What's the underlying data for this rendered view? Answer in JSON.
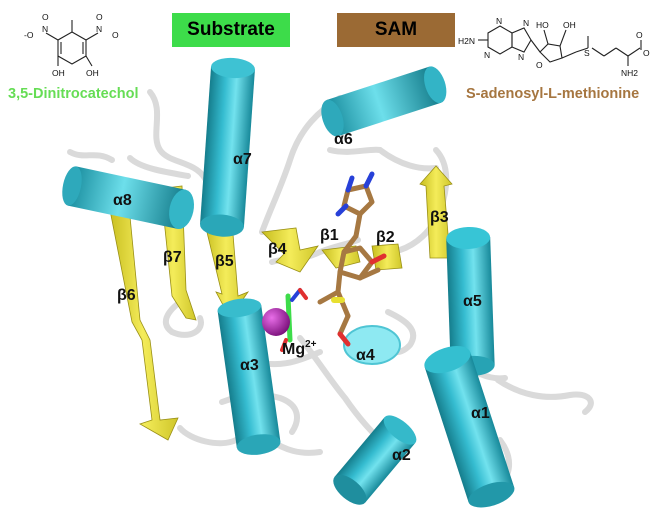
{
  "legend": {
    "substrate": {
      "label": "Substrate",
      "color": "#3ddc4a"
    },
    "sam": {
      "label": "SAM",
      "color": "#9b6a34"
    }
  },
  "molecules": {
    "substrate_name": "3,5-Dinitrocatechol",
    "substrate_name_color": "#66dd55",
    "sam_name": "S-adenosyl-L-methionine",
    "sam_name_color": "#a67640",
    "substrate_atoms": {
      "o_minus_left": "-O",
      "n_plus_left": "N",
      "o_left": "O",
      "n_plus_right": "N",
      "o_right": "O",
      "o_minus_right": "O",
      "oh_1": "OH",
      "oh_2": "OH"
    },
    "sam_atoms": {
      "h2n": "H2N",
      "n1": "N",
      "n2": "N",
      "n3": "N",
      "n4": "N",
      "ho_1": "HO",
      "oh_2": "OH",
      "o_ring": "O",
      "s_plus": "S",
      "o_acid": "O",
      "o_minus": "O",
      "nh2": "NH2"
    }
  },
  "structure": {
    "helix_color": "#3cc5d4",
    "strand_color": "#ede44a",
    "coil_color": "#e6e6e6",
    "ion_color": "#b020b0",
    "helices": [
      "α1",
      "α2",
      "α3",
      "α4",
      "α5",
      "α6",
      "α7",
      "α8"
    ],
    "strands": [
      "β1",
      "β2",
      "β3",
      "β4",
      "β5",
      "β6",
      "β7"
    ],
    "ion_label": "Mg",
    "ion_charge": "2+"
  }
}
